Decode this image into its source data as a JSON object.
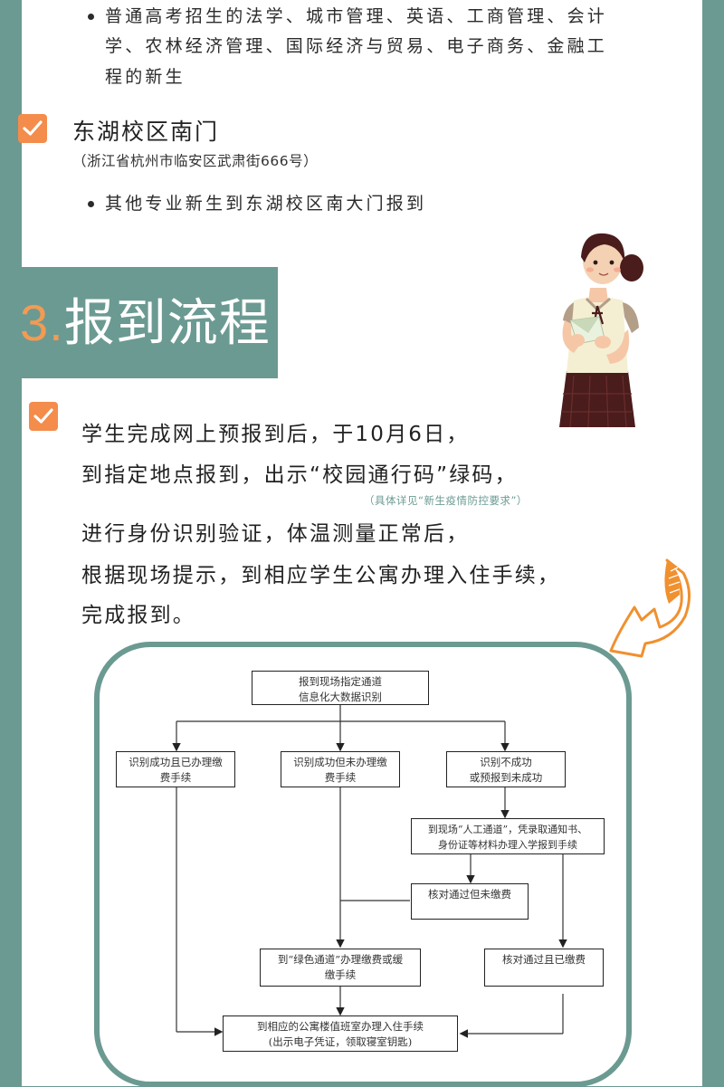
{
  "theme": {
    "accent_teal": "#6b9a92",
    "accent_orange": "#f48c4c",
    "text_dark": "#222222",
    "panel_bg": "#ffffff"
  },
  "section2_tail": {
    "bullet_1_lines": [
      "普通高考招生的法学、城市管理、英语、工商管理、会计",
      "学、农林经济管理、国际经济与贸易、电子商务、金融工",
      "程的新生"
    ],
    "campus": {
      "title": "东湖校区南门",
      "address": "（浙江省杭州市临安区武肃街666号）",
      "bullet": "其他专业新生到东湖校区南大门报到"
    }
  },
  "section3": {
    "number": "3.",
    "title": "报到流程",
    "lines": [
      "学生完成网上预报到后，于10月6日，",
      "到指定地点报到，出示“校园通行码”绿码，",
      "进行身份识别验证，体温测量正常后，",
      "根据现场提示，到相应学生公寓办理入住手续，",
      "完成报到。"
    ],
    "note": "（具体详见“新生疫情防控要求”）"
  },
  "illustrations": {
    "girl": "girl-holding-envelope-illustration",
    "arrow": "hand-drawn-curved-arrow-icon"
  },
  "flowchart": {
    "start": [
      "报到现场指定通道",
      "信息化大数据识别"
    ],
    "branch_left": [
      "识别成功且已办理缴",
      "费手续"
    ],
    "branch_mid": [
      "识别成功但未办理缴",
      "费手续"
    ],
    "branch_right": [
      "识别不成功",
      "或预报到未成功"
    ],
    "manual": [
      "到现场“人工通道”，凭录取通知书、",
      "身份证等材料办理入学报到手续"
    ],
    "verified_unpaid": "核对通过但未缴费",
    "green_channel": [
      "到“绿色通道”办理缴费或缓",
      "缴手续"
    ],
    "verified_paid": "核对通过且已缴费",
    "end": [
      "到相应的公寓楼值班室办理入住手续",
      "(出示电子凭证，领取寝室钥匙)"
    ]
  }
}
